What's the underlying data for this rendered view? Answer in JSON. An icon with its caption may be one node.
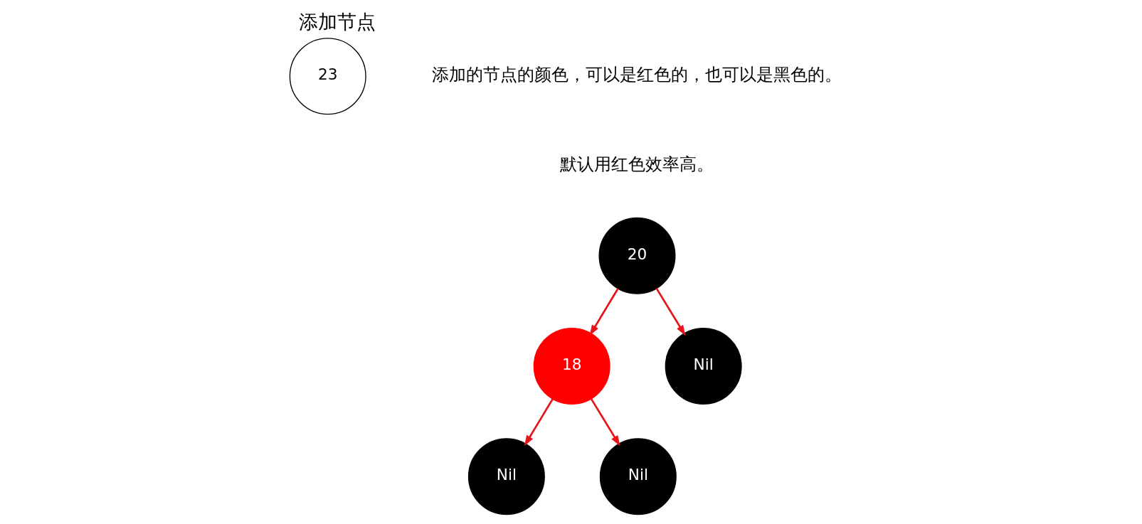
{
  "diagram": {
    "title": "添加节点",
    "nodes": [
      {
        "text": [
          "23"
        ]
      },
      {
        "text": [
          "20"
        ]
      },
      {
        "text": [
          "18"
        ]
      },
      {
        "text": [
          "Nil"
        ]
      },
      {
        "text": [
          "Nil"
        ]
      },
      {
        "text": [
          "Nil"
        ]
      }
    ],
    "edges": [
      {
        "from": 1,
        "to": 2,
        "arrow": "to"
      },
      {
        "from": 1,
        "to": 3,
        "arrow": "to"
      },
      {
        "from": 2,
        "to": 4,
        "arrow": "to"
      },
      {
        "from": 2,
        "to": 5,
        "arrow": "to"
      }
    ],
    "labels": [
      "添加的节点的颜色，可以是红色的，也可以是黑色的。",
      "默认用红色效率高。"
    ]
  }
}
